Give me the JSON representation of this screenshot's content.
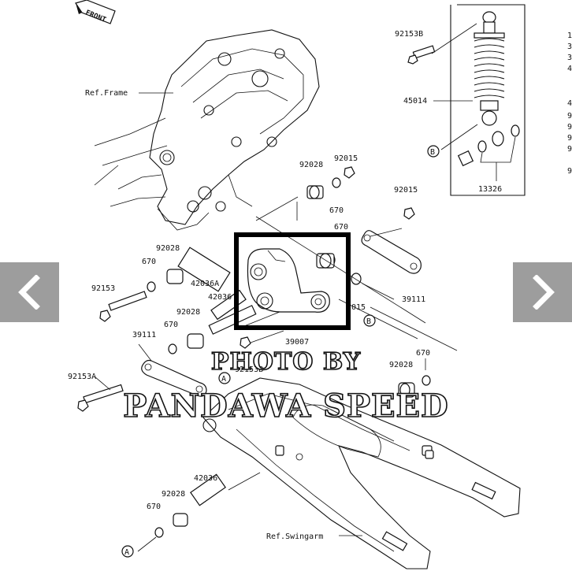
{
  "diagram": {
    "front_label": "FRONT",
    "ref_frame": "Ref.Frame",
    "ref_swingarm": "Ref.Swingarm",
    "parts": {
      "p92153B": "92153B",
      "p45014": "45014",
      "p13326": "13326",
      "p92015a": "92015",
      "p92028a": "92028",
      "p670a": "670",
      "p92015b": "92015",
      "p670b": "670",
      "p92028b": "92028",
      "p670c": "670",
      "p92153": "92153",
      "p42036A": "42036A",
      "p42036b": "42036",
      "p39111a": "39111",
      "p015": "015",
      "p92028c": "92028",
      "p670d": "670",
      "p39111b": "39111",
      "p39007": "39007",
      "p92153A": "92153A",
      "p92153Bb": "92153B",
      "p670e": "670",
      "p92028d": "92028",
      "p42036c": "42036",
      "p92028e": "92028",
      "p670f": "670"
    },
    "callouts": {
      "a1": "A",
      "a2": "A",
      "b1": "B",
      "b2": "B"
    },
    "edge_digits": [
      "1",
      "3",
      "3",
      "4",
      "4",
      "9",
      "9",
      "9",
      "9",
      "9"
    ]
  },
  "watermark": {
    "line1": "PHOTO BY",
    "line2": "PANDAWA SPEED"
  },
  "nav": {
    "prev_icon": "chevron-left-icon",
    "next_icon": "chevron-right-icon"
  },
  "colors": {
    "nav_bg": "#8c8c8c",
    "highlight": "#000000"
  }
}
